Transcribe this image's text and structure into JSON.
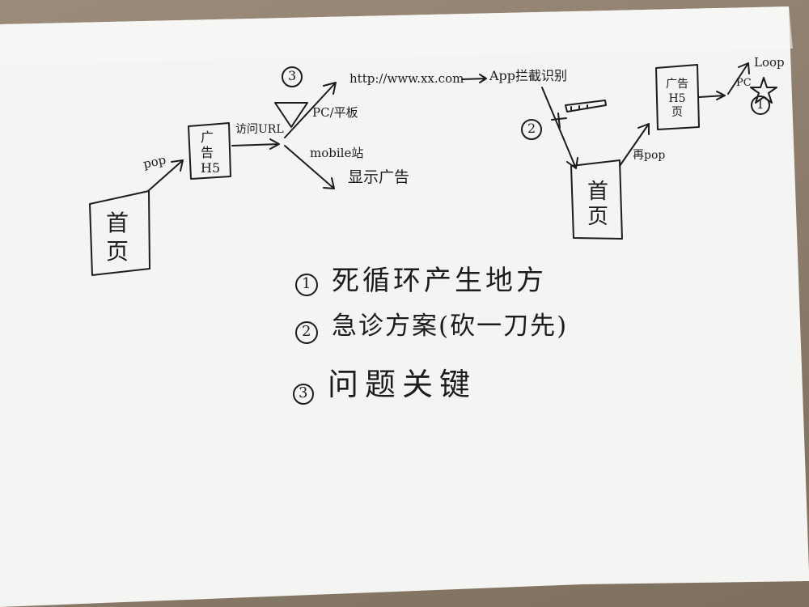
{
  "diagram": {
    "nodes": {
      "home_left": "首\n页",
      "ad_h5_left": "广\n告\nH5",
      "home_right": "首\n页",
      "ad_h5_right": "广告\nH5\n页"
    },
    "labels": {
      "pop": "pop",
      "visit_url": "访问URL",
      "marker_3": "3",
      "url": "http://www.xx.com",
      "app_intercept": "App拦截识别",
      "pc_tablet": "PC/平板",
      "mobile_site": "mobile站",
      "show_ad": "显示广告",
      "marker_2": "2",
      "repop": "再pop",
      "loop": "Loop",
      "pc": "PC",
      "marker_1": "1"
    },
    "notes": [
      {
        "num": "1",
        "text": "死循环产生地方"
      },
      {
        "num": "2",
        "text": "急诊方案(砍一刀先)"
      },
      {
        "num": "3",
        "text": "问题关键"
      }
    ]
  }
}
